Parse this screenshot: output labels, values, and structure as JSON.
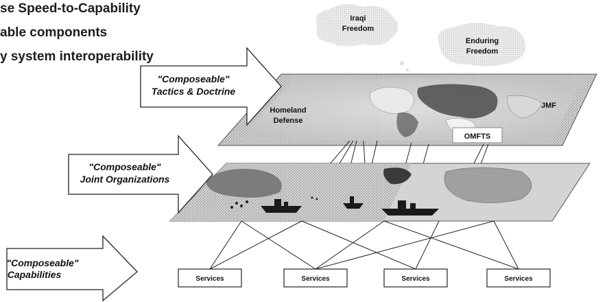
{
  "bullets": [
    "se Speed-to-Capability",
    "able components",
    "y system interoperability"
  ],
  "arrows": {
    "tactics": {
      "line1": "\"Composeable\"",
      "line2": "Tactics & Doctrine"
    },
    "organizations": {
      "line1": "\"Composeable\"",
      "line2": "Joint Organizations"
    },
    "capabilities": {
      "line1": "\"Composeable\"",
      "line2": "Capabilities"
    }
  },
  "operations": {
    "iraqi": {
      "line1": "Iraqi",
      "line2": "Freedom"
    },
    "enduring": {
      "line1": "Enduring",
      "line2": "Freedom"
    },
    "homeland": {
      "line1": "Homeland",
      "line2": "Defense"
    },
    "jmf": "JMF",
    "omfts": "OMFTS"
  },
  "services": [
    "Services",
    "Services",
    "Services",
    "Services"
  ],
  "colors": {
    "plane_fill": "#bdbdbd",
    "plane_dark": "#5a5a5a",
    "line": "#222222",
    "cloud": "#f2f2f2"
  }
}
